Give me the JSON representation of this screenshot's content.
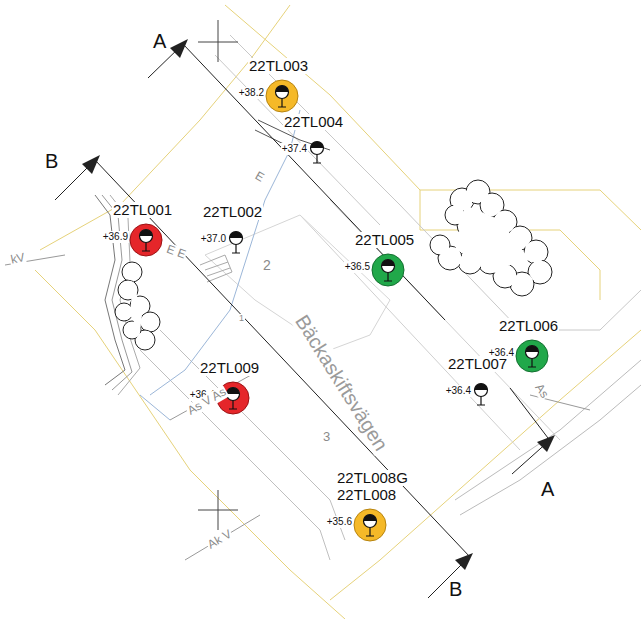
{
  "diagram": {
    "nodes": [
      {
        "text": [
          "22TL003",
          "+38.2"
        ]
      },
      {
        "text": [
          "22TL004",
          "+37.4"
        ]
      },
      {
        "text": [
          "22TL001",
          "+36.9"
        ]
      },
      {
        "text": [
          "22TL002",
          "+37.0"
        ]
      },
      {
        "text": [
          "22TL005",
          "+36.5"
        ]
      },
      {
        "text": [
          "22TL006",
          "+36.4"
        ]
      },
      {
        "text": [
          "22TL007",
          "+36.4"
        ]
      },
      {
        "text": [
          "22TL009",
          "+36.4"
        ]
      },
      {
        "text": [
          "22TL008G",
          "22TL008",
          "+35.6"
        ]
      }
    ],
    "labels": [
      "A",
      "B",
      "Bäckaskiftsvägen",
      "2",
      "1",
      "3",
      "A",
      "B",
      "kV",
      "E",
      "E E",
      "As V As",
      "Ak V",
      "As"
    ]
  }
}
